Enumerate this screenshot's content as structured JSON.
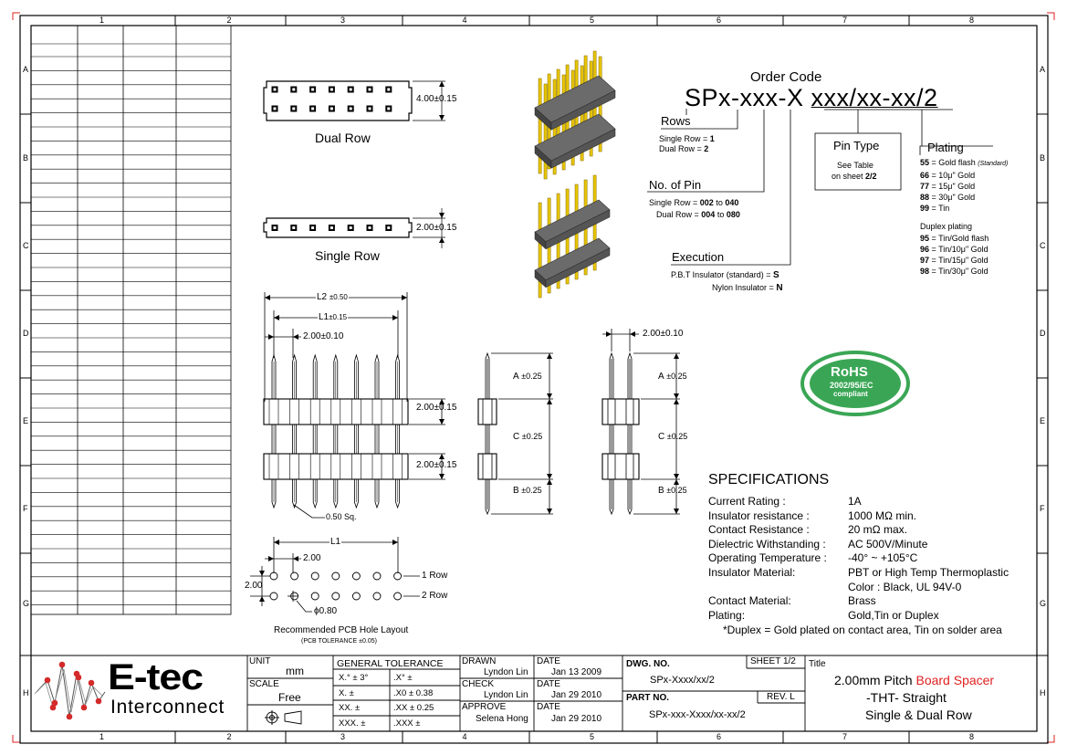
{
  "grid": {
    "cols": [
      "1",
      "2",
      "3",
      "4",
      "5",
      "6",
      "7",
      "8"
    ],
    "rows": [
      "A",
      "B",
      "C",
      "D",
      "E",
      "F",
      "G",
      "H"
    ]
  },
  "views": {
    "dual_row_label": "Dual Row",
    "single_row_label": "Single Row",
    "dual_height": "4.00±0.15",
    "single_height": "2.00±0.15"
  },
  "order_code": {
    "heading": "Order Code",
    "code_part1": "SPx-xxx-X",
    "code_part2": "xxx/xx-xx/2",
    "rows_title": "Rows",
    "rows_single_label": "Single Row  =",
    "rows_single_val": "1",
    "rows_dual_label": "Dual Row  =",
    "rows_dual_val": "2",
    "pins_title": "No. of Pin",
    "pins_single_label": "Single Row =",
    "pins_single_from": "002",
    "pins_single_to": "040",
    "pins_dual_label": "Dual Row =",
    "pins_dual_from": "004",
    "pins_dual_to": "080",
    "to_word": "to",
    "exec_title": "Execution",
    "exec_pbt_label": "P.B.T Insulator (standard) =",
    "exec_pbt_val": "S",
    "exec_nylon_label": "Nylon  Insulator =",
    "exec_nylon_val": "N",
    "pintype_title": "Pin Type",
    "pintype_line1": "See Table",
    "pintype_line2_pre": "on sheet",
    "pintype_line2_val": "2/2",
    "plating_title": "Plating",
    "plating": [
      {
        "code": "55",
        "desc": "Gold flash",
        "note": "(Standard)"
      },
      {
        "code": "66",
        "desc": "10μ\" Gold",
        "note": ""
      },
      {
        "code": "77",
        "desc": "15μ\" Gold",
        "note": ""
      },
      {
        "code": "88",
        "desc": "30μ\" Gold",
        "note": ""
      },
      {
        "code": "99",
        "desc": "Tin",
        "note": ""
      }
    ],
    "duplex_title": "Duplex plating",
    "duplex": [
      {
        "code": "95",
        "desc": "Tin/Gold flash"
      },
      {
        "code": "96",
        "desc": "Tin/10μ\" Gold"
      },
      {
        "code": "97",
        "desc": "Tin/15μ\" Gold"
      },
      {
        "code": "98",
        "desc": "Tin/30μ\" Gold"
      }
    ]
  },
  "dims": {
    "L2": "L2",
    "L2_tol": "±0.50",
    "L1": "L1",
    "L1_tol": "±0.15",
    "pitch": "2.00±0.10",
    "ins_h1": "2.00±0.15",
    "ins_h2": "2.00±0.15",
    "pin_sq": "0.50 Sq.",
    "A": "A",
    "A_tol": "±0.25",
    "B": "B",
    "B_tol": "±0.25",
    "C": "C",
    "C_tol": "±0.25",
    "side_pitch": "2.00±0.10"
  },
  "pcb": {
    "L1": "L1",
    "pitch_x": "2.00",
    "pitch_y": "2.00",
    "row1": "1 Row",
    "row2": "2 Row",
    "hole": "ϕ0.80",
    "title": "Recommended PCB Hole Layout",
    "subtitle": "(PCB TOLERANCE  ±0.05)"
  },
  "rohs": {
    "title": "RoHS",
    "line1": "2002/95/EC",
    "line2": "compliant",
    "color": "#3aa655"
  },
  "specs": {
    "title": "SPECIFICATIONS",
    "rows": [
      {
        "label": "Current Rating :",
        "value": "1A"
      },
      {
        "label": "Insulator resistance :",
        "value": "1000 MΩ min."
      },
      {
        "label": "Contact Resistance :",
        "value": "20 mΩ max."
      },
      {
        "label": "Dielectric Withstanding :",
        "value": "AC 500V/Minute"
      },
      {
        "label": "Operating Temperature :",
        "value": "-40° ~ +105°C"
      },
      {
        "label": "Insulator Material:",
        "value": "PBT or High Temp Thermoplastic"
      },
      {
        "label": "",
        "value": "Color : Black, UL 94V-0"
      },
      {
        "label": "Contact Material:",
        "value": "Brass"
      },
      {
        "label": "Plating:",
        "value": "Gold,Tin or Duplex"
      }
    ],
    "footnote": "*Duplex = Gold plated on contact area, Tin on solder area"
  },
  "title_block": {
    "logo_main": "E-tec",
    "logo_sub": "Interconnect",
    "unit_label": "UNIT",
    "unit_val": "mm",
    "scale_label": "SCALE",
    "scale_val": "Free",
    "gen_tol": "GENERAL TOLERANCE",
    "tol": [
      [
        "X.°  ±  3°",
        ".X°  ±"
      ],
      [
        "X.   ±",
        ".X0  ± 0.38"
      ],
      [
        "XX.  ±",
        ".XX  ± 0.25"
      ],
      [
        "XXX.  ±",
        ".XXX ±"
      ]
    ],
    "drawn_label": "DRAWN",
    "drawn_by": "Lyndon Lin",
    "check_label": "CHECK",
    "check_by": "Lyndon Lin",
    "approve_label": "APPROVE",
    "approve_by": "Selena Hong",
    "date_label": "DATE",
    "date1": "Jan  13  2009",
    "date2": "Jan  29  2010",
    "date3": "Jan  29  2010",
    "dwg_label": "DWG. NO.",
    "dwg_val": "SPx-Xxxx/xx/2",
    "sheet": "SHEET 1/2",
    "part_label": "PART NO.",
    "part_val": "SPx-xxx-Xxxx/xx-xx/2",
    "rev": "REV. L",
    "title_label": "Title",
    "title_line1_a": "2.00mm Pitch ",
    "title_line1_b": "Board Spacer",
    "title_line2": "-THT-  Straight",
    "title_line3": "Single & Dual Row"
  }
}
